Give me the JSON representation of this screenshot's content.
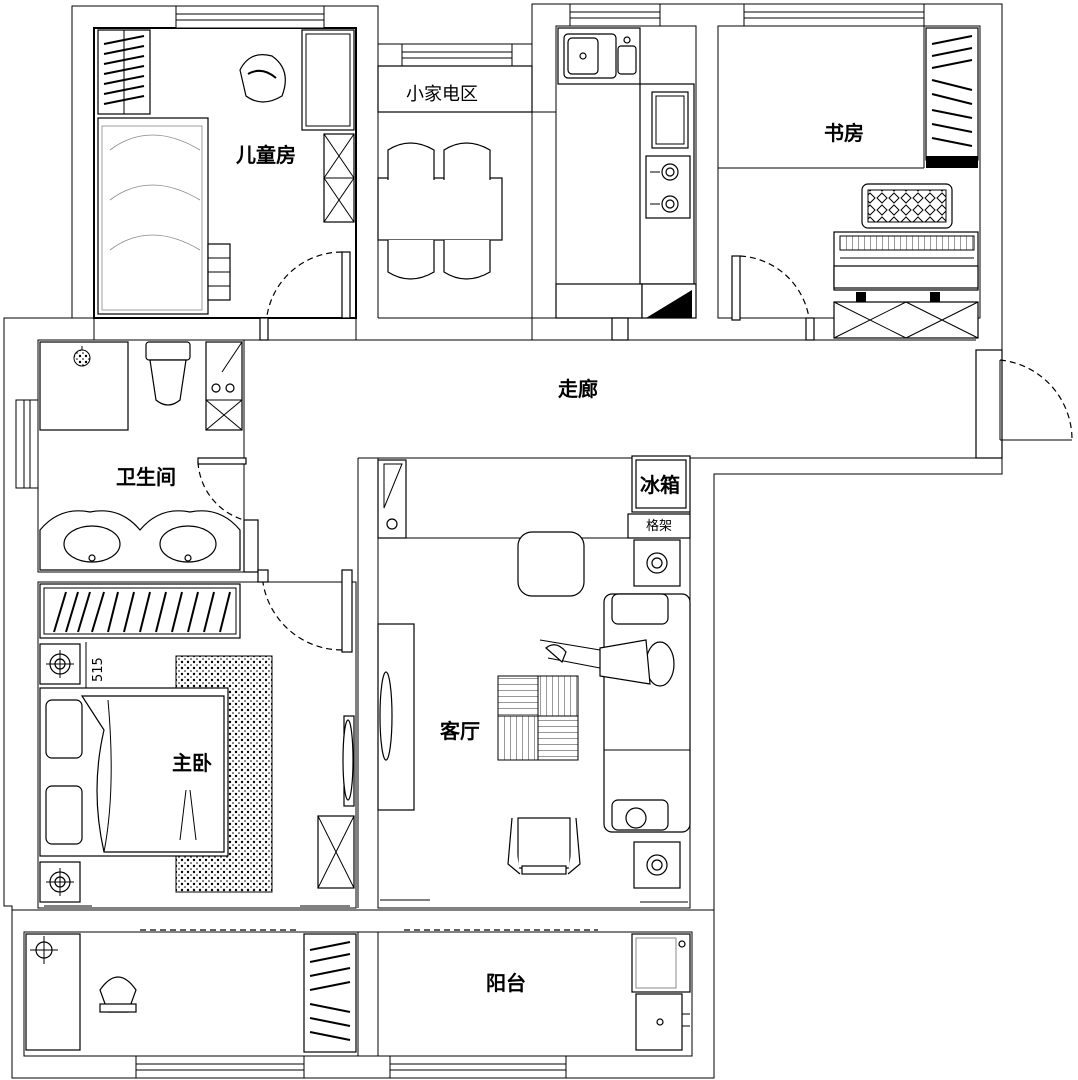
{
  "rooms": {
    "childrens_room": "儿童房",
    "appliance_area": "小家电区",
    "study": "书房",
    "corridor": "走廊",
    "bathroom": "卫生间",
    "master_bedroom": "主卧",
    "living_room": "客厅",
    "balcony": "阳台"
  },
  "fixtures": {
    "fridge": "冰箱",
    "shelf": "格架"
  },
  "dimensions": {
    "wardrobe_gap": "515"
  }
}
